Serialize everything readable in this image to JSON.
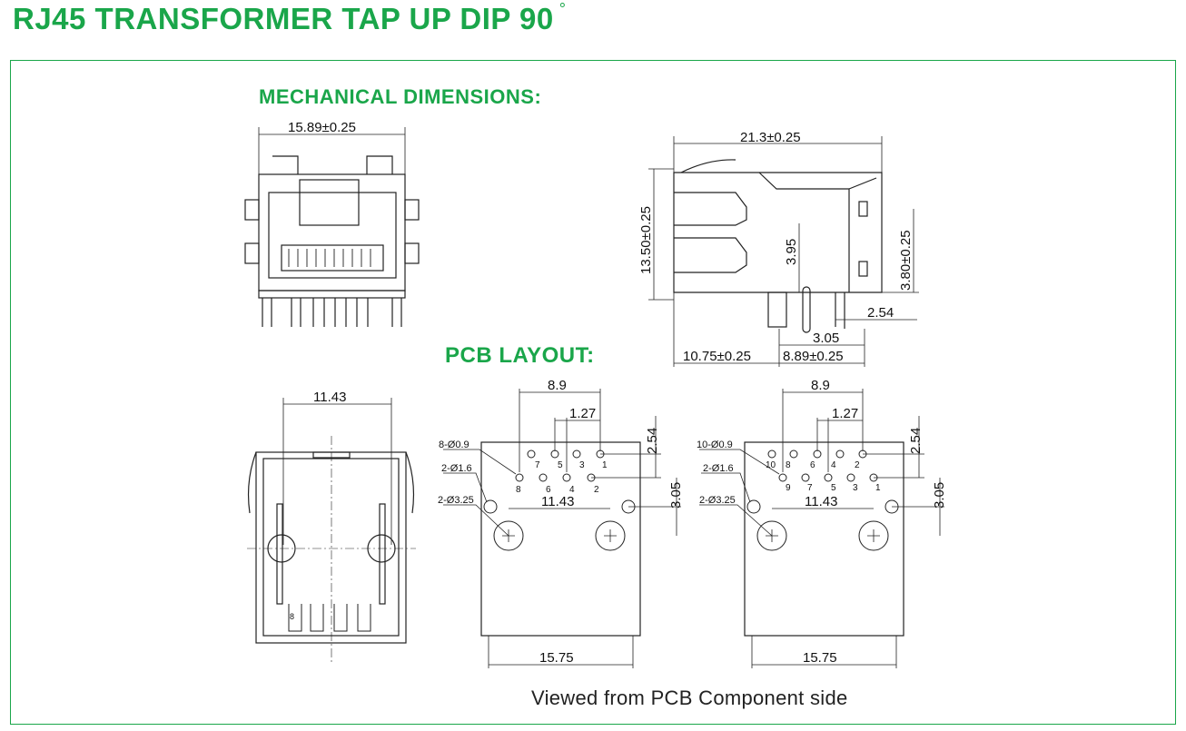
{
  "title": {
    "text": "RJ45 TRANSFORMER TAP UP DIP 90",
    "degree": "°"
  },
  "sections": {
    "mechanical": "MECHANICAL DIMENSIONS:",
    "pcb": "PCB LAYOUT:"
  },
  "front": {
    "width": "15.89±0.25"
  },
  "side": {
    "length": "21.3±0.25",
    "height": "13.50±0.25",
    "mid": "3.95",
    "right_h": "3.80±0.25",
    "pitch": "2.54",
    "pin": "3.05",
    "front_len": "10.75±0.25",
    "rear_len": "8.89±0.25"
  },
  "bottom": {
    "span": "11.43"
  },
  "pcb8": {
    "width": "8.9",
    "pitch": "1.27",
    "row": "2.54",
    "offset": "3.05",
    "mount": "11.43",
    "outline": "15.75",
    "pin_holes": "8-Ø0.9",
    "led_holes": "2-Ø1.6",
    "mount_holes": "2-Ø3.25",
    "pins_top": [
      "7",
      "5",
      "3",
      "1"
    ],
    "pins_bot": [
      "8",
      "6",
      "4",
      "2"
    ]
  },
  "pcb10": {
    "width": "8.9",
    "pitch": "1.27",
    "row": "2.54",
    "offset": "3.05",
    "mount": "11.43",
    "outline": "15.75",
    "pin_holes": "10-Ø0.9",
    "led_holes": "2-Ø1.6",
    "mount_holes": "2-Ø3.25",
    "pins_top": [
      "10",
      "8",
      "6",
      "4",
      "2"
    ],
    "pins_bot": [
      "9",
      "7",
      "5",
      "3",
      "1"
    ]
  },
  "caption": "Viewed from PCB Component side",
  "colors": {
    "accent": "#1aa64a",
    "line": "#222222"
  }
}
